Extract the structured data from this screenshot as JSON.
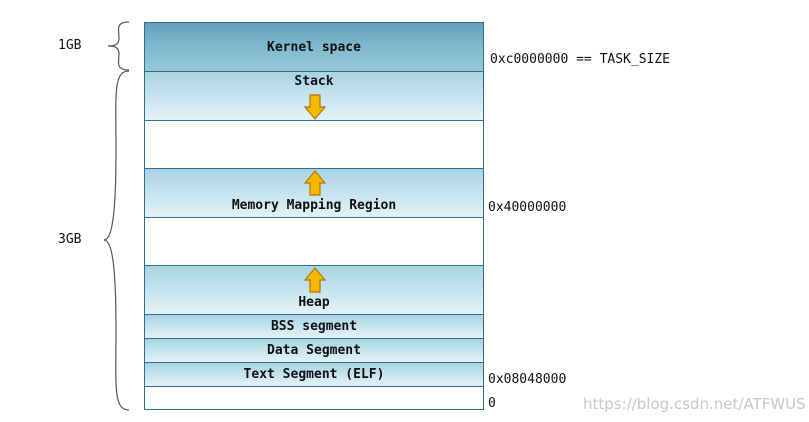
{
  "sizes": {
    "one_gb": "1GB",
    "three_gb": "3GB"
  },
  "segments": {
    "kernel": "Kernel space",
    "stack": "Stack",
    "mmap": "Memory Mapping Region",
    "heap": "Heap",
    "bss": "BSS segment",
    "data": "Data Segment",
    "text": "Text Segment (ELF)"
  },
  "addresses": {
    "task_size": "0xc0000000 == TASK_SIZE",
    "mmap_base": "0x40000000",
    "text_base": "0x08048000",
    "zero": "0"
  },
  "watermark": "https://blog.csdn.net/ATFWUS",
  "colors": {
    "kernel": "#7fb9ce",
    "segment": "#c9e5ef",
    "border": "#2f6e8c",
    "arrow_fill": "#f5b800",
    "arrow_stroke": "#b07800"
  },
  "icons": {
    "stack_grows": "down-arrow-icon",
    "mmap_grows": "up-arrow-icon",
    "heap_grows": "up-arrow-icon"
  }
}
